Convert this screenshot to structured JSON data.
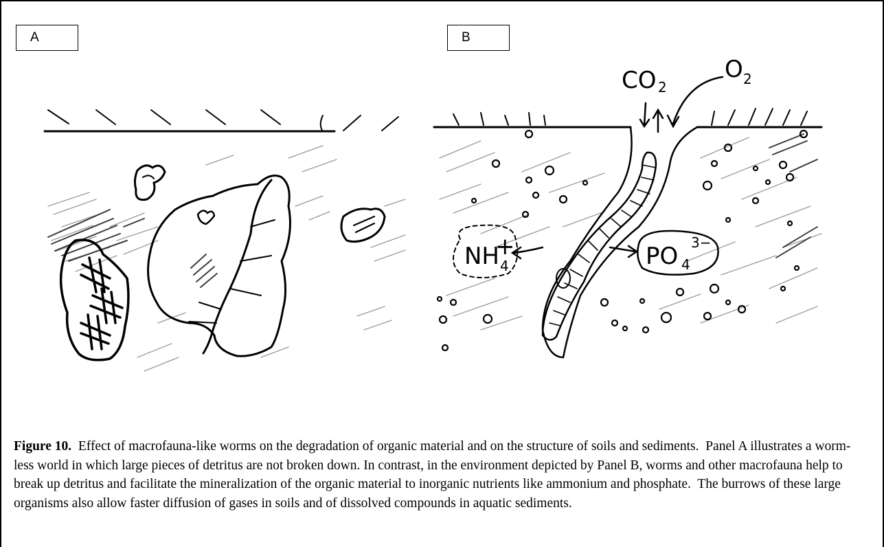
{
  "panels": {
    "a_label": "A",
    "b_label": "B"
  },
  "labels_b": {
    "co2": "CO",
    "co2_sub": "2",
    "o2": "O",
    "o2_sub": "2",
    "nh4": "NH",
    "nh4_sub": "4",
    "nh4_sup": "+",
    "po4": "PO",
    "po4_sub": "4",
    "po4_sup": "3−"
  },
  "caption": {
    "figure_label": "Figure 10.",
    "text": "  Effect of macrofauna-like worms on the degradation of organic material and on the structure of soils and sediments.  Panel A illustrates a worm-less world in which large pieces of detritus are not broken down. In contrast, in the environment depicted by Panel B, worms and other macrofauna help to break up detritus and facilitate the mineralization of the organic material to inorganic nutrients like ammonium and phosphate.  The burrows of these large organisms also allow faster diffusion of gases in soils and of dissolved compounds in aquatic sediments."
  }
}
